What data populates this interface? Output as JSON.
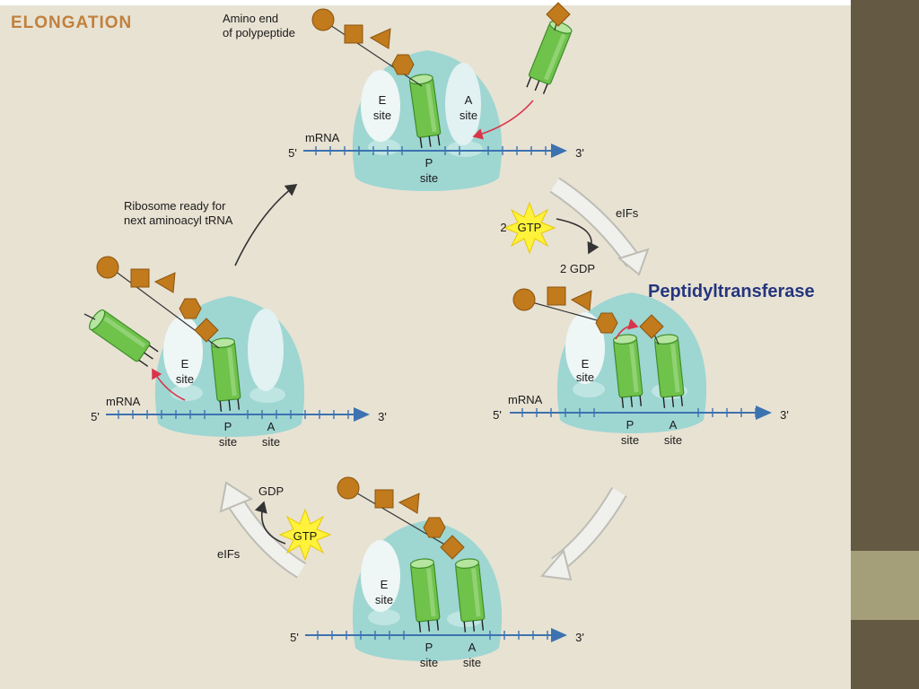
{
  "title": "ELONGATION",
  "callout": "Peptidyltransferase",
  "labels": {
    "amino_end_line1": "Amino end",
    "amino_end_line2": "of polypeptide",
    "ready_line1": "Ribosome ready for",
    "ready_line2": "next aminoacyl tRNA",
    "mrna": "mRNA",
    "five_prime": "5'",
    "three_prime": "3'",
    "e_site": "E",
    "a_site": "A",
    "p_site": "P",
    "site": "site",
    "eifs": "eIFs",
    "two": "2",
    "gtp": "GTP",
    "two_gdp": "2 GDP",
    "gdp": "GDP"
  },
  "colors": {
    "ribosome": "#9ed6d2",
    "site_pocket": "#eef6f6",
    "trna": "#6fc24a",
    "amino_acid": "#c17a1c",
    "mrna_line": "#3d72b0",
    "cycle_arrow": "#f0f0ec",
    "gtp_burst": "#fff23a",
    "callout_text": "#24367e",
    "title_text": "#c0813c",
    "sidebar": "#645a44",
    "sidebar_tab": "#a59f79"
  }
}
